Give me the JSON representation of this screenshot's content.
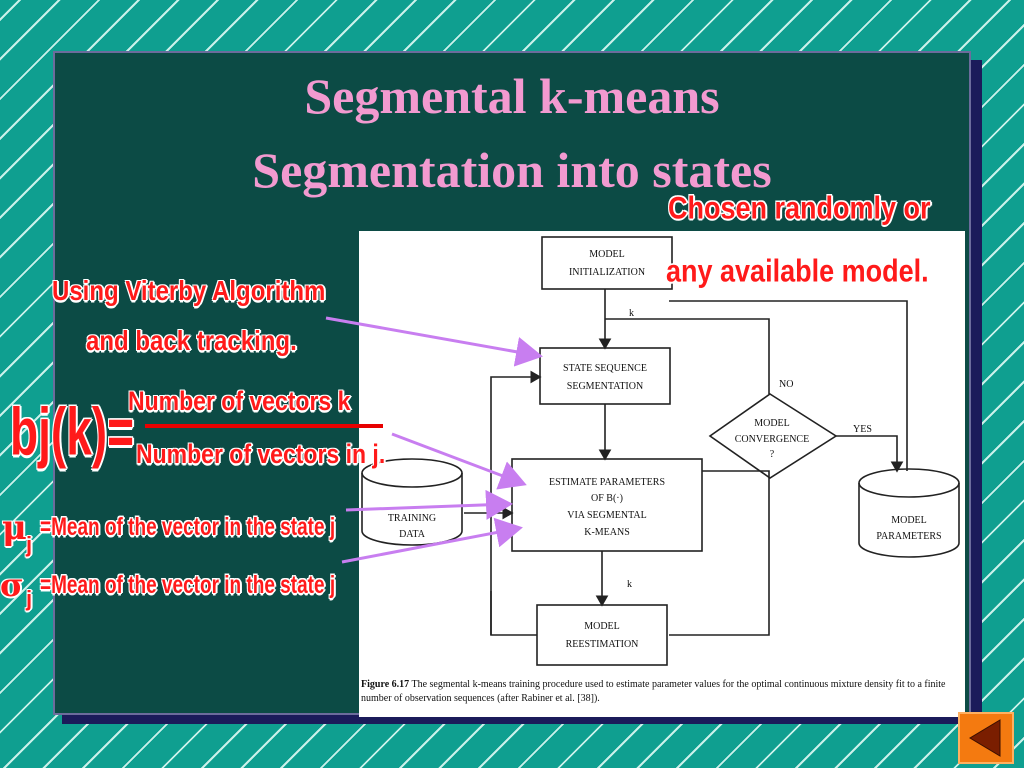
{
  "slide": {
    "title_line1": "Segmental k-means",
    "title_line2": "Segmentation into states"
  },
  "figure": {
    "boxes": {
      "model_init_1": "MODEL",
      "model_init_2": "INITIALIZATION",
      "state_seq_1": "STATE SEQUENCE",
      "state_seq_2": "SEGMENTATION",
      "estimate_1": "ESTIMATE PARAMETERS",
      "estimate_2": "OF B(·)",
      "estimate_3": "VIA SEGMENTAL",
      "estimate_4": "K-MEANS",
      "reest_1": "MODEL",
      "reest_2": "REESTIMATION",
      "convergence_1": "MODEL",
      "convergence_2": "CONVERGENCE",
      "convergence_3": "?",
      "training_1": "TRAINING",
      "training_2": "DATA",
      "params_1": "MODEL",
      "params_2": "PARAMETERS",
      "label_no": "NO",
      "label_yes": "YES",
      "label_k1": "k",
      "label_k2": "k"
    },
    "caption_label": "Figure 6.17",
    "caption_text": "The segmental k-means training procedure used to estimate parameter values for the optimal continuous mixture density fit to a finite number of observation sequences (after Rabiner et al. [38])."
  },
  "annotations": {
    "chosen_line1": "Chosen randomly or",
    "chosen_line2": "any available model.",
    "viterbi_line1": "Using Viterby Algorithm",
    "viterbi_line2": "and back tracking.",
    "bjk": "bj(k)=",
    "numerator": "Number of vectors ",
    "numerator_k": "k",
    "denominator": "Number of vectors in j.",
    "mu_symbol": "μ",
    "mu_sub": "j",
    "mu_text": "=Mean of the vector in the state j",
    "sigma_symbol": "σ",
    "sigma_sub": "j",
    "sigma_text": "=Mean of the vector in the state j"
  },
  "colors": {
    "background": "#0f9f90",
    "panel": "#0c4b45",
    "title": "#f29ad0",
    "annotation_text": "#ff1a1a",
    "arrow": "#c87ef0",
    "nav_button": "#f47a10"
  },
  "nav": {
    "icon": "triangle-left-icon"
  }
}
